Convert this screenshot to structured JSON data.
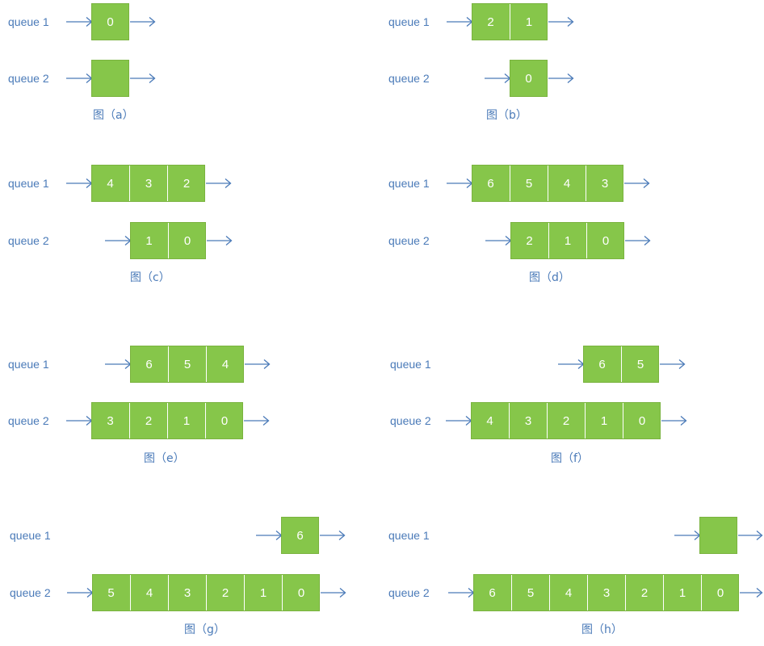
{
  "panels": [
    {
      "caption": "图（a）",
      "rows": [
        {
          "label": "queue 1",
          "values": [
            "0"
          ]
        },
        {
          "label": "queue 2",
          "values": [
            ""
          ]
        }
      ]
    },
    {
      "caption": "图（b）",
      "rows": [
        {
          "label": "queue 1",
          "values": [
            "2",
            "1"
          ]
        },
        {
          "label": "queue 2",
          "values": [
            "0"
          ]
        }
      ]
    },
    {
      "caption": "图（c）",
      "rows": [
        {
          "label": "queue 1",
          "values": [
            "4",
            "3",
            "2"
          ]
        },
        {
          "label": "queue 2",
          "values": [
            "1",
            "0"
          ]
        }
      ]
    },
    {
      "caption": "图（d）",
      "rows": [
        {
          "label": "queue 1",
          "values": [
            "6",
            "5",
            "4",
            "3"
          ]
        },
        {
          "label": "queue 2",
          "values": [
            "2",
            "1",
            "0"
          ]
        }
      ]
    },
    {
      "caption": "图（e）",
      "rows": [
        {
          "label": "queue 1",
          "values": [
            "6",
            "5",
            "4"
          ]
        },
        {
          "label": "queue 2",
          "values": [
            "3",
            "2",
            "1",
            "0"
          ]
        }
      ]
    },
    {
      "caption": "图（f）",
      "rows": [
        {
          "label": "queue 1",
          "values": [
            "6",
            "5"
          ]
        },
        {
          "label": "queue 2",
          "values": [
            "4",
            "3",
            "2",
            "1",
            "0"
          ]
        }
      ]
    },
    {
      "caption": "图（g）",
      "rows": [
        {
          "label": "queue 1",
          "values": [
            "6"
          ]
        },
        {
          "label": "queue 2",
          "values": [
            "5",
            "4",
            "3",
            "2",
            "1",
            "0"
          ]
        }
      ]
    },
    {
      "caption": "图（h）",
      "rows": [
        {
          "label": "queue 1",
          "values": [
            ""
          ]
        },
        {
          "label": "queue 2",
          "values": [
            "6",
            "5",
            "4",
            "3",
            "2",
            "1",
            "0"
          ]
        }
      ]
    }
  ],
  "colors": {
    "box": "#86c64a",
    "arrow": "#4a7ab8",
    "text": "#4a7ab8",
    "cell_text": "#ffffff"
  }
}
